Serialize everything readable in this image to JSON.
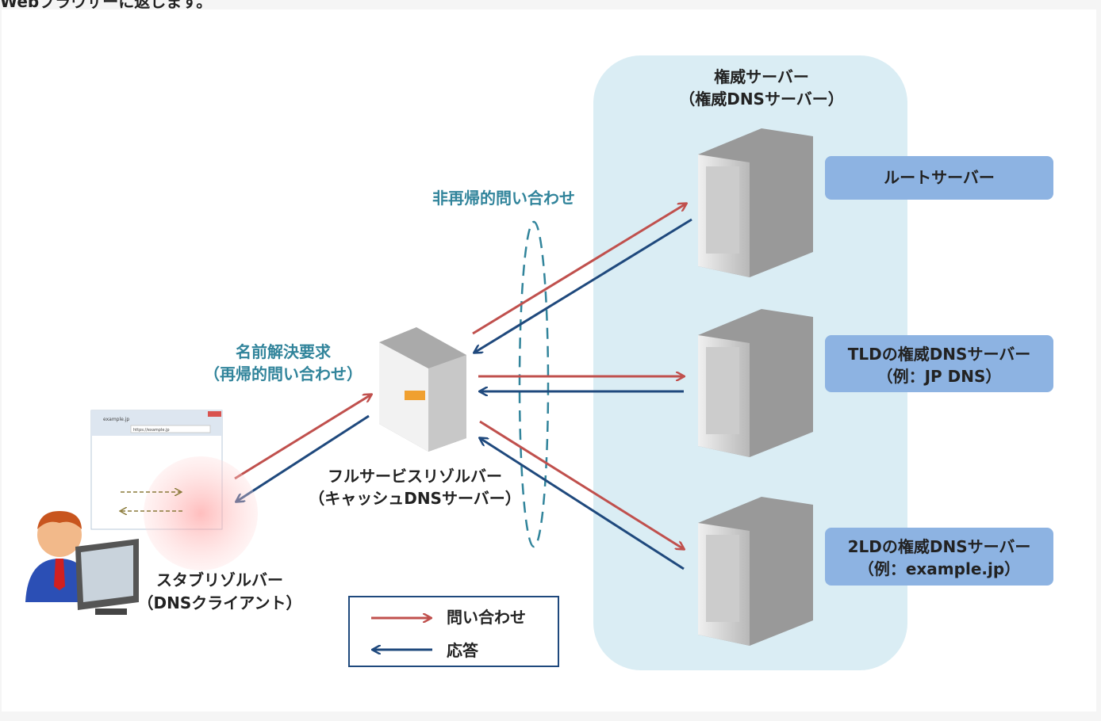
{
  "page_text": "Webブラウザーに返します。",
  "authoritative": {
    "title": "権威サーバー",
    "subtitle": "（権威DNSサーバー）"
  },
  "servers": [
    {
      "label": "ルートサーバー",
      "sub": ""
    },
    {
      "label": "TLDの権威DNSサーバー",
      "sub": "（例：JP DNS）"
    },
    {
      "label": "2LDの権威DNSサーバー",
      "sub": "（例：example.jp）"
    }
  ],
  "non_recursive_label": "非再帰的問い合わせ",
  "recursive_label": {
    "line1": "名前解決要求",
    "line2": "（再帰的問い合わせ）"
  },
  "resolver": {
    "line1": "フルサービスリゾルバー",
    "line2": "（キャッシュDNSサーバー）"
  },
  "stub": {
    "line1": "スタブリゾルバー",
    "line2": "（DNSクライアント）"
  },
  "browser": {
    "tab": "example.jp",
    "url": "https://example.jp"
  },
  "legend": {
    "query": "問い合わせ",
    "response": "応答"
  },
  "colors": {
    "query": "#c0504d",
    "response": "#1f497d",
    "panel": "#daedf4",
    "box": "#8db3e2",
    "teal": "#31849b"
  }
}
